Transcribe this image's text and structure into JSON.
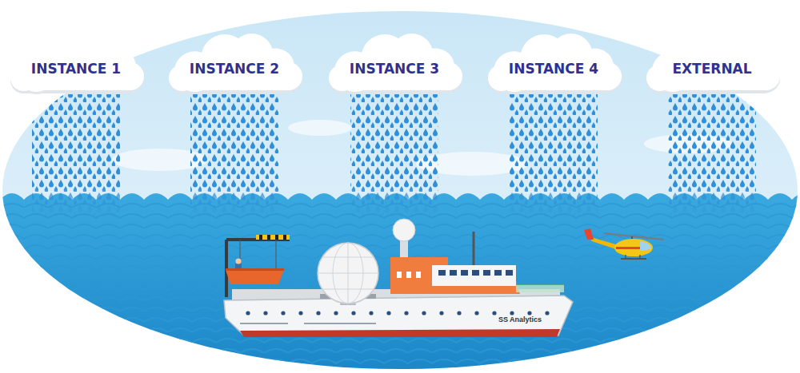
{
  "diagram": {
    "nodes": [
      {
        "text": [
          "INSTANCE 1"
        ]
      },
      {
        "text": [
          "INSTANCE 2"
        ]
      },
      {
        "text": [
          "INSTANCE 3"
        ]
      },
      {
        "text": [
          "INSTANCE 4"
        ]
      },
      {
        "text": [
          "EXTERNAL"
        ]
      },
      {
        "text": [
          "SS Analytics"
        ]
      }
    ]
  }
}
